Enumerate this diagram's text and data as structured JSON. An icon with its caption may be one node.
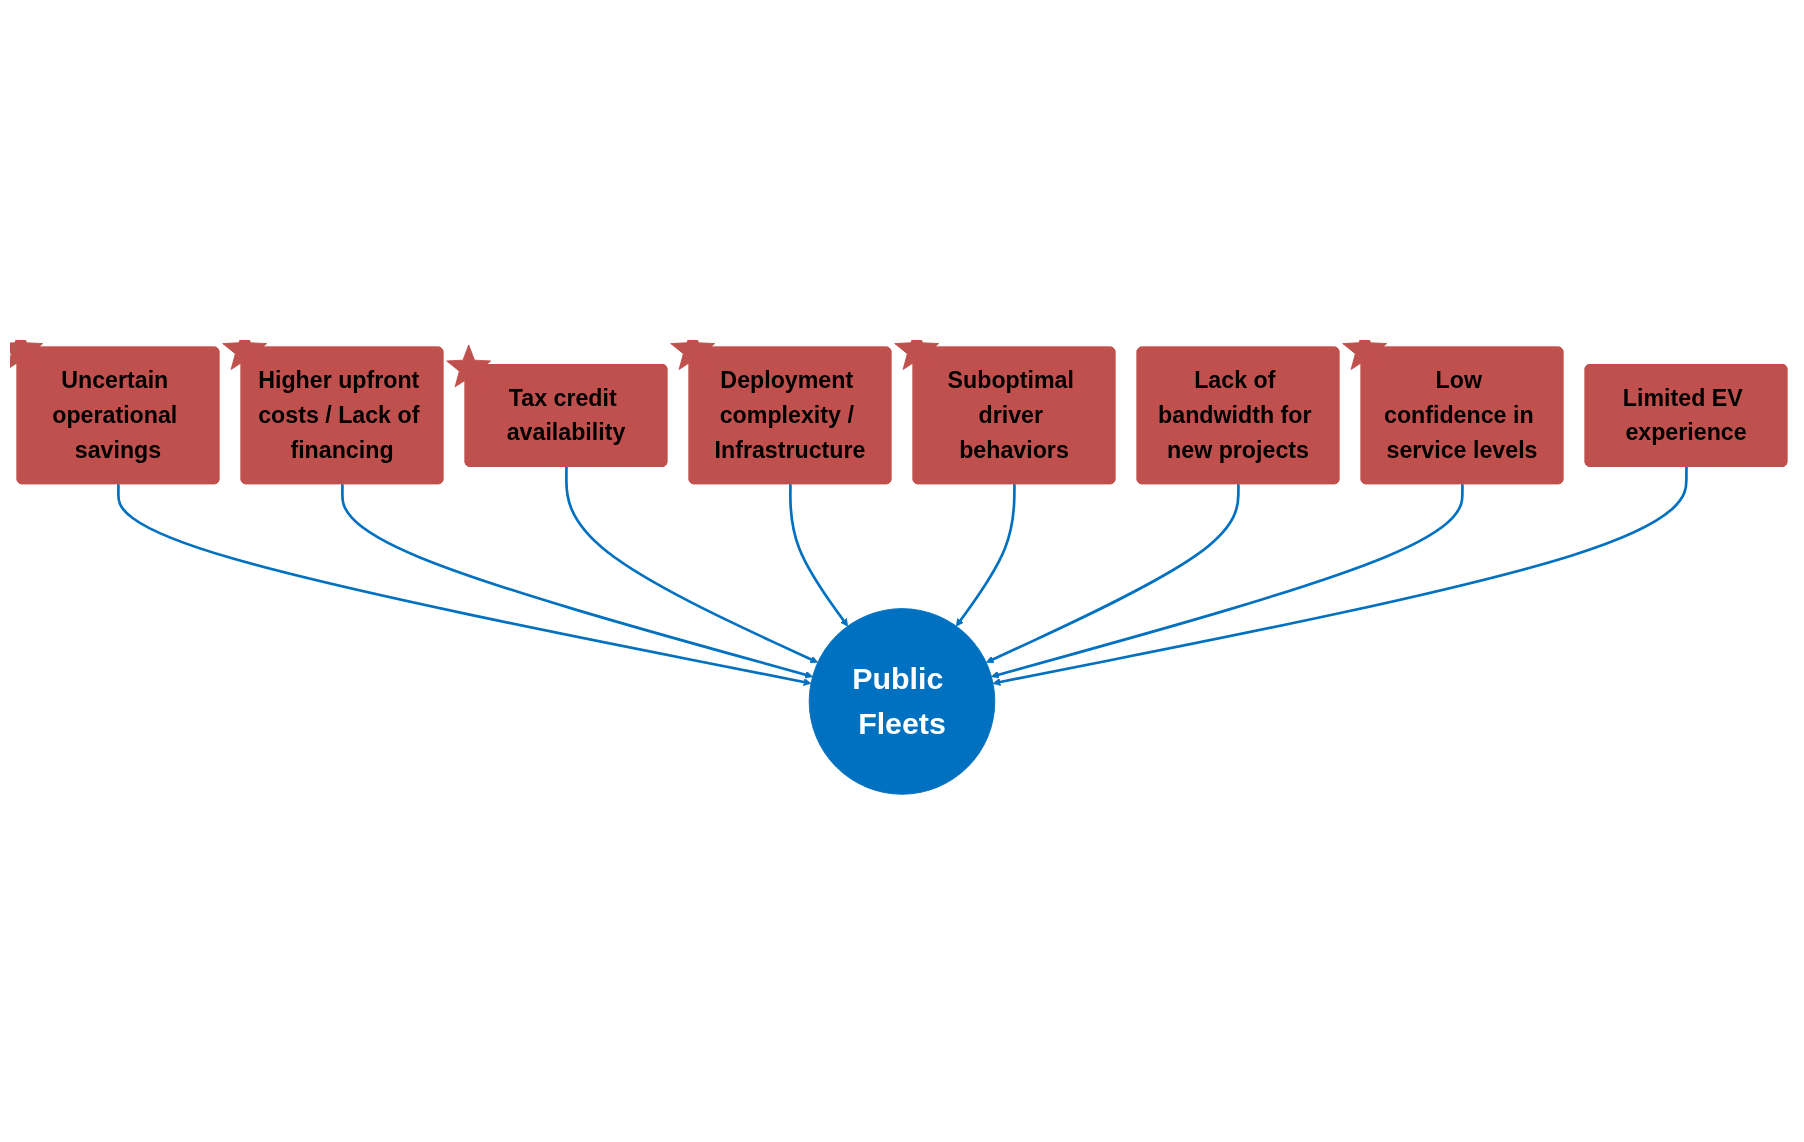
{
  "diagram": {
    "nodes": [
      {
        "text": [
          "Uncertain operational savings"
        ]
      },
      {
        "text": [
          "Higher upfront costs / Lack of financing"
        ]
      },
      {
        "text": [
          "Tax credit availability"
        ]
      },
      {
        "text": [
          "Deployment complexity / Infrastructure"
        ]
      },
      {
        "text": [
          "Suboptimal driver behaviors"
        ]
      },
      {
        "text": [
          "Lack of bandwidth for new projects"
        ]
      },
      {
        "text": [
          "Low confidence in service levels"
        ]
      },
      {
        "text": [
          "Limited EV experience"
        ]
      },
      {
        "text": [
          "Public Fleets"
        ]
      }
    ],
    "edges": [
      {
        "from": 0,
        "to": 8,
        "arrow": "to"
      },
      {
        "from": 1,
        "to": 8,
        "arrow": "to"
      },
      {
        "from": 2,
        "to": 8,
        "arrow": "to"
      },
      {
        "from": 3,
        "to": 8,
        "arrow": "to"
      },
      {
        "from": 4,
        "to": 8,
        "arrow": "to"
      },
      {
        "from": 5,
        "to": 8,
        "arrow": "to"
      },
      {
        "from": 6,
        "to": 8,
        "arrow": "to"
      },
      {
        "from": 7,
        "to": 8,
        "arrow": "to"
      }
    ]
  }
}
